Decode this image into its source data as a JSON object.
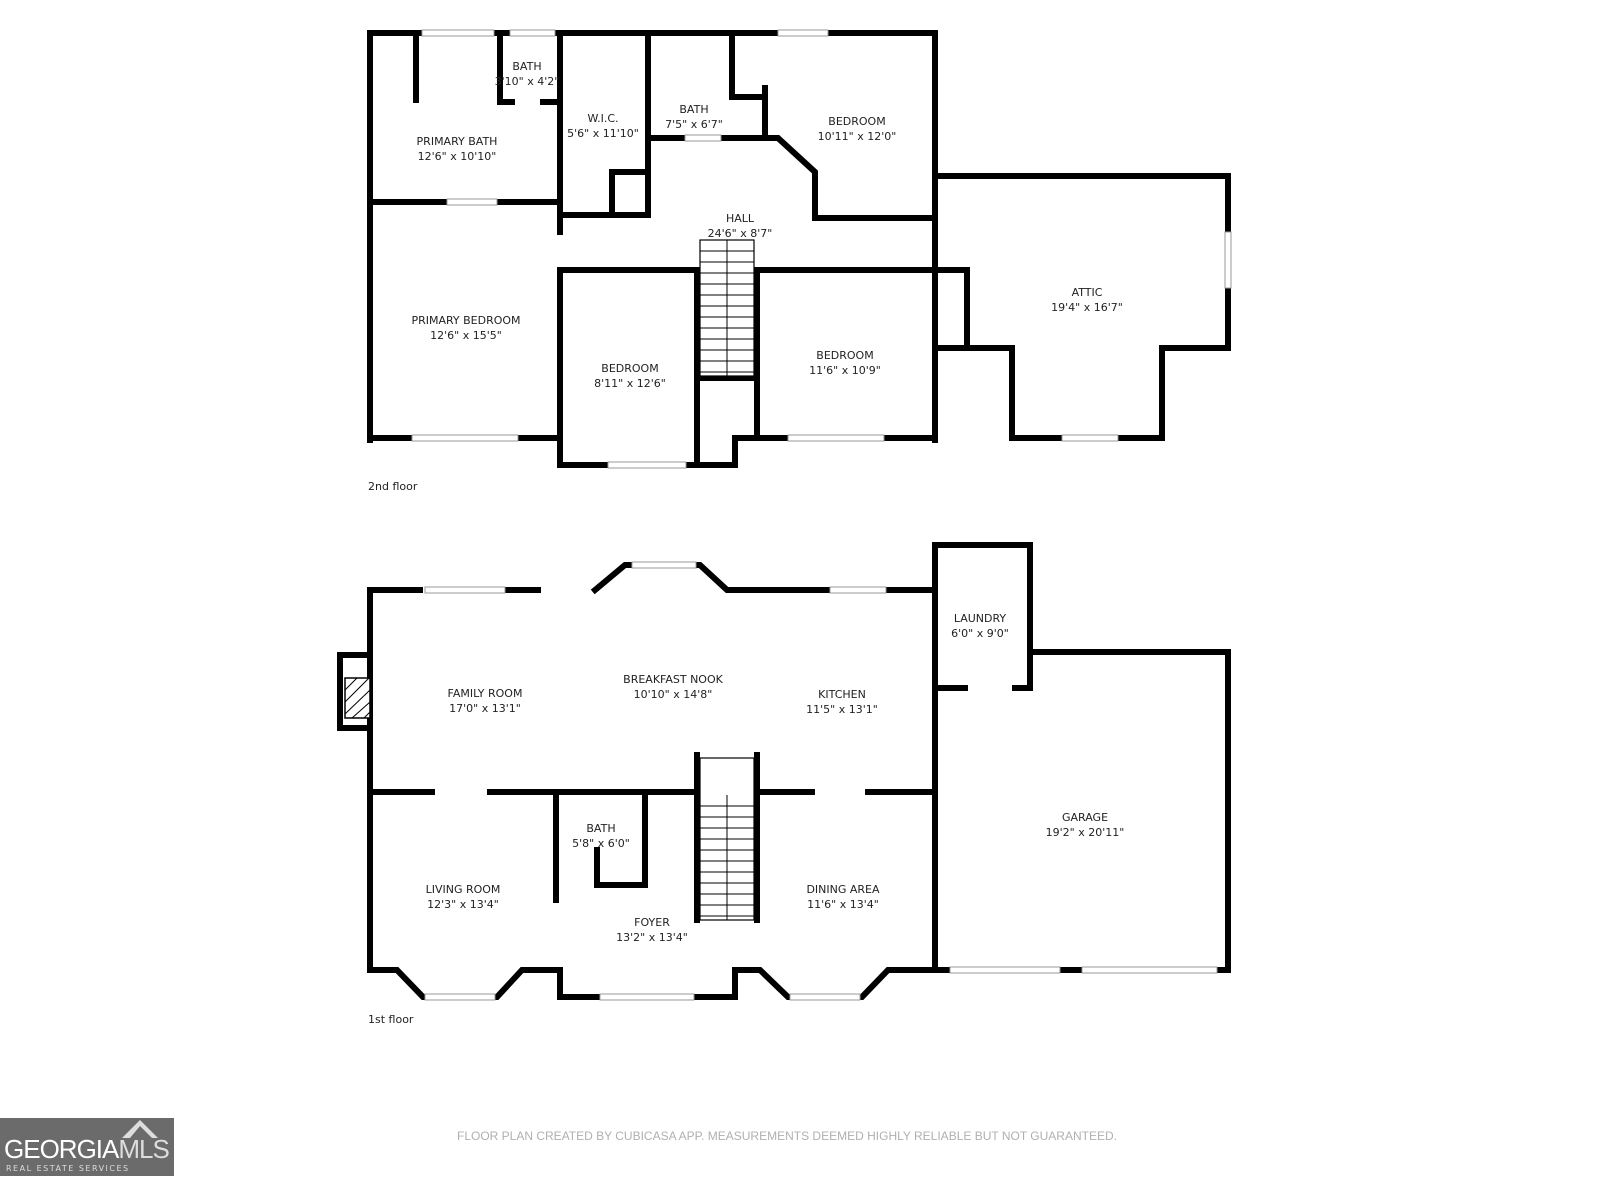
{
  "second_floor": {
    "label": "2nd floor",
    "rooms": [
      {
        "name": "PRIMARY BATH",
        "dims": "12'6\" x 10'10\""
      },
      {
        "name": "BATH",
        "dims": "3'10\" x 4'2\""
      },
      {
        "name": "W.I.C.",
        "dims": "5'6\" x 11'10\""
      },
      {
        "name": "BATH",
        "dims": "7'5\" x 6'7\""
      },
      {
        "name": "BEDROOM",
        "dims": "10'11\" x 12'0\""
      },
      {
        "name": "HALL",
        "dims": "24'6\" x 8'7\""
      },
      {
        "name": "PRIMARY BEDROOM",
        "dims": "12'6\" x 15'5\""
      },
      {
        "name": "BEDROOM",
        "dims": "8'11\" x 12'6\""
      },
      {
        "name": "BEDROOM",
        "dims": "11'6\" x 10'9\""
      },
      {
        "name": "ATTIC",
        "dims": "19'4\" x 16'7\""
      }
    ]
  },
  "first_floor": {
    "label": "1st floor",
    "rooms": [
      {
        "name": "FAMILY ROOM",
        "dims": "17'0\" x 13'1\""
      },
      {
        "name": "BREAKFAST NOOK",
        "dims": "10'10\" x 14'8\""
      },
      {
        "name": "KITCHEN",
        "dims": "11'5\" x 13'1\""
      },
      {
        "name": "LAUNDRY",
        "dims": "6'0\" x 9'0\""
      },
      {
        "name": "GARAGE",
        "dims": "19'2\" x 20'11\""
      },
      {
        "name": "BATH",
        "dims": "5'8\" x 6'0\""
      },
      {
        "name": "LIVING ROOM",
        "dims": "12'3\" x 13'4\""
      },
      {
        "name": "FOYER",
        "dims": "13'2\" x 13'4\""
      },
      {
        "name": "DINING AREA",
        "dims": "11'6\" x 13'4\""
      }
    ]
  },
  "footer": {
    "disclaimer": "FLOOR PLAN CREATED BY CUBICASA APP. MEASUREMENTS DEEMED HIGHLY RELIABLE BUT NOT GUARANTEED."
  },
  "logo": {
    "text_a": "GEORGIA",
    "text_b": "MLS",
    "tagline": "REAL ESTATE SERVICES"
  },
  "colors": {
    "wall": "#000000",
    "footer_text": "#b0b0b0",
    "logo_bg": "#6b6b6b"
  }
}
